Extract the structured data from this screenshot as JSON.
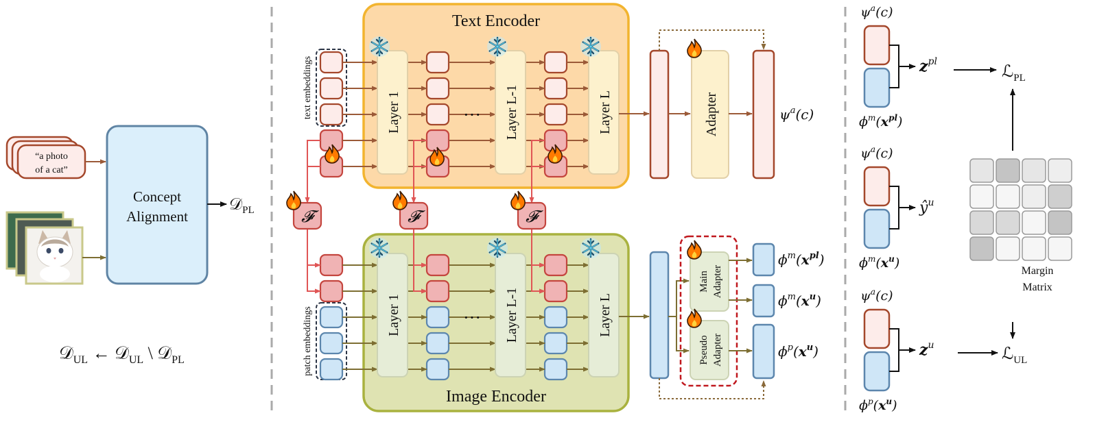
{
  "left": {
    "caption_text": "“a photo of a cat”",
    "caption_line1": "“a photo",
    "caption_line2": "of a cat”",
    "concept_line1": "Concept",
    "concept_line2": "Alignment",
    "d_pl": "𝒟",
    "d_pl_sub": "PL",
    "update_rule": "𝒟UL ← 𝒟UL \\ 𝒟PL",
    "update_parts": [
      "𝒟",
      "UL",
      " ← ",
      "𝒟",
      "UL",
      " \\ ",
      "𝒟",
      "PL"
    ]
  },
  "middle": {
    "text_encoder_title": "Text Encoder",
    "image_encoder_title": "Image Encoder",
    "text_embeddings_label": "text embeddings",
    "patch_embeddings_label": "patch embeddings",
    "layer1": "Layer 1",
    "layer_l1": "Layer L-1",
    "layer_l": "Layer L",
    "ellipsis": "···",
    "fusion_symbol": "𝓕",
    "adapter": "Adapter",
    "main_adapter_line1": "Main",
    "main_adapter_line2": "Adapter",
    "pseudo_adapter_line1": "Pseudo",
    "pseudo_adapter_line2": "Adapter",
    "psi_out": "ψᵃ(c)",
    "phi_m_xpl": "ϕᵐ(xᵖˡ)",
    "phi_m_xu": "ϕᵐ(xᵘ)",
    "phi_p_xu": "ϕᵖ(xᵘ)"
  },
  "right": {
    "top": {
      "upper_label": "ψᵃ(c)",
      "lower_label": "ϕᵐ(xᵖˡ)",
      "result": "zᵖˡ",
      "loss": "ℒ",
      "loss_sub": "PL"
    },
    "mid": {
      "upper_label": "ψᵃ(c)",
      "lower_label": "ϕᵐ(xᵘ)",
      "result": "ŷᵘ"
    },
    "bottom": {
      "upper_label": "ψᵃ(c)",
      "lower_label": "ϕᵖ(xᵘ)",
      "result": "zᵘ",
      "loss": "ℒ",
      "loss_sub": "UL"
    },
    "margin_label_line1": "Margin",
    "margin_label_line2": "Matrix",
    "margin_matrix_shades": [
      [
        "#e6e6e6",
        "#c4c4c4",
        "#e6e6e6",
        "#eeeeee"
      ],
      [
        "#f6f6f6",
        "#f6f6f6",
        "#eeeeee",
        "#cfcfcf"
      ],
      [
        "#d9d9d9",
        "#d9d9d9",
        "#f6f6f6",
        "#c4c4c4"
      ],
      [
        "#c4c4c4",
        "#f6f6f6",
        "#f6f6f6",
        "#f6f6f6"
      ]
    ]
  },
  "colors": {
    "text_encoder_fill": "#fdd9a8",
    "text_encoder_stroke": "#f2b42f",
    "image_encoder_fill": "#dfe3b2",
    "image_encoder_stroke": "#a9b23f",
    "token_pink_fill": "#fdecea",
    "token_pink_stroke": "#a4472b",
    "token_red_fill": "#f0b3b4",
    "token_red_stroke": "#c4453e",
    "token_blue_fill": "#cfe6f7",
    "token_blue_stroke": "#5c86ad",
    "concept_fill": "#dbeffb",
    "concept_stroke": "#5f84a4",
    "divider": "#aaaaaa",
    "text_arrow": "#9b5a38",
    "image_arrow": "#7d6e32",
    "fusion_arrow": "#e05555",
    "dashed_red": "#c0181e"
  }
}
